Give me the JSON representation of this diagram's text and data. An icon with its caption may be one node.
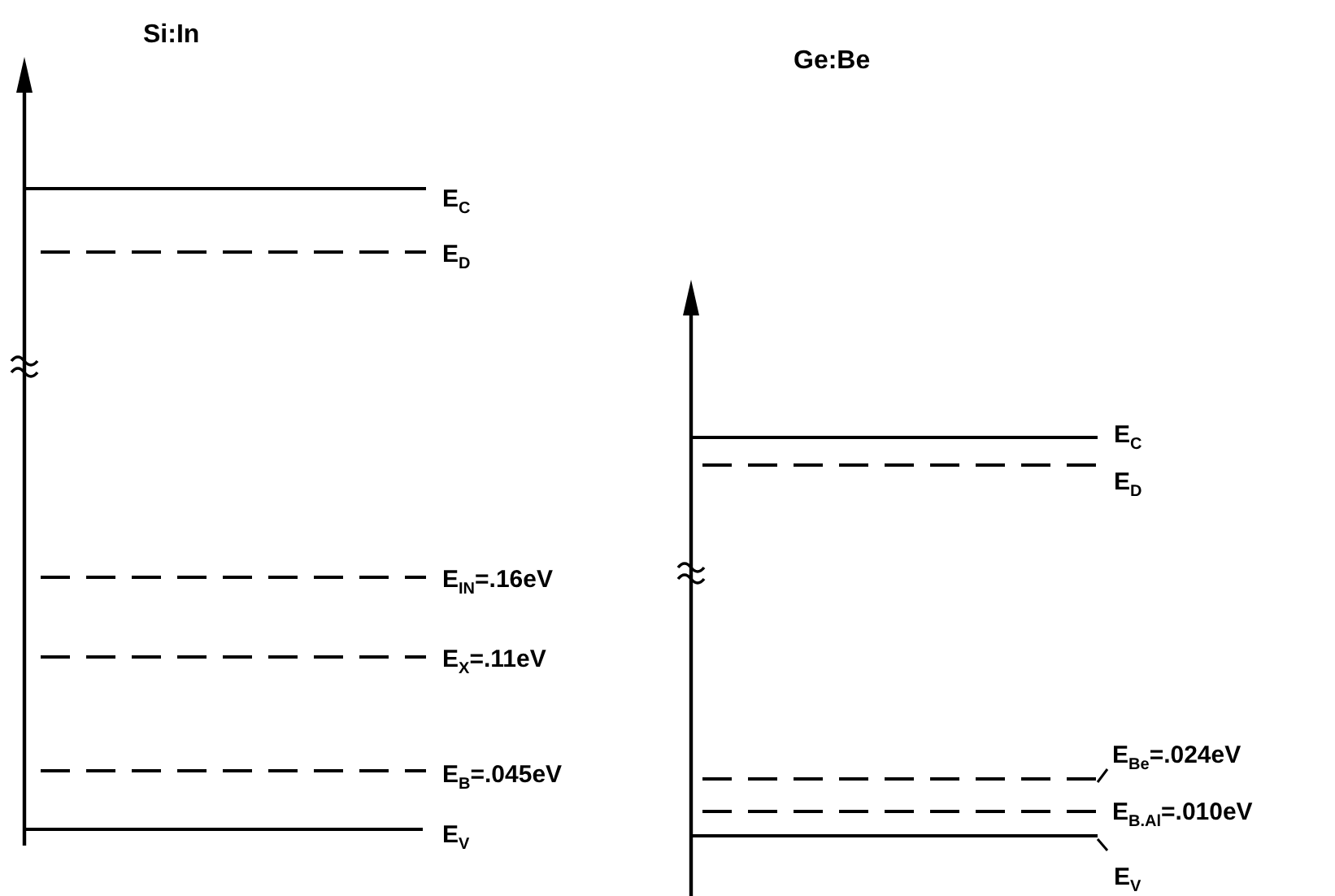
{
  "diagram": {
    "labels": [
      "Si:In",
      "Ge:Be",
      "E$_{C}$",
      "E$_{D}$",
      "E$_{IN}$=.16eV",
      "E$_{X}$=.11eV",
      "E$_{B}$=.045eV",
      "E$_{V}$",
      "E$_{C}$",
      "E$_{D}$",
      "E$_{Be}$=.024eV",
      "E$_{B.Al}$=.010eV",
      "E$_{V}$"
    ]
  }
}
